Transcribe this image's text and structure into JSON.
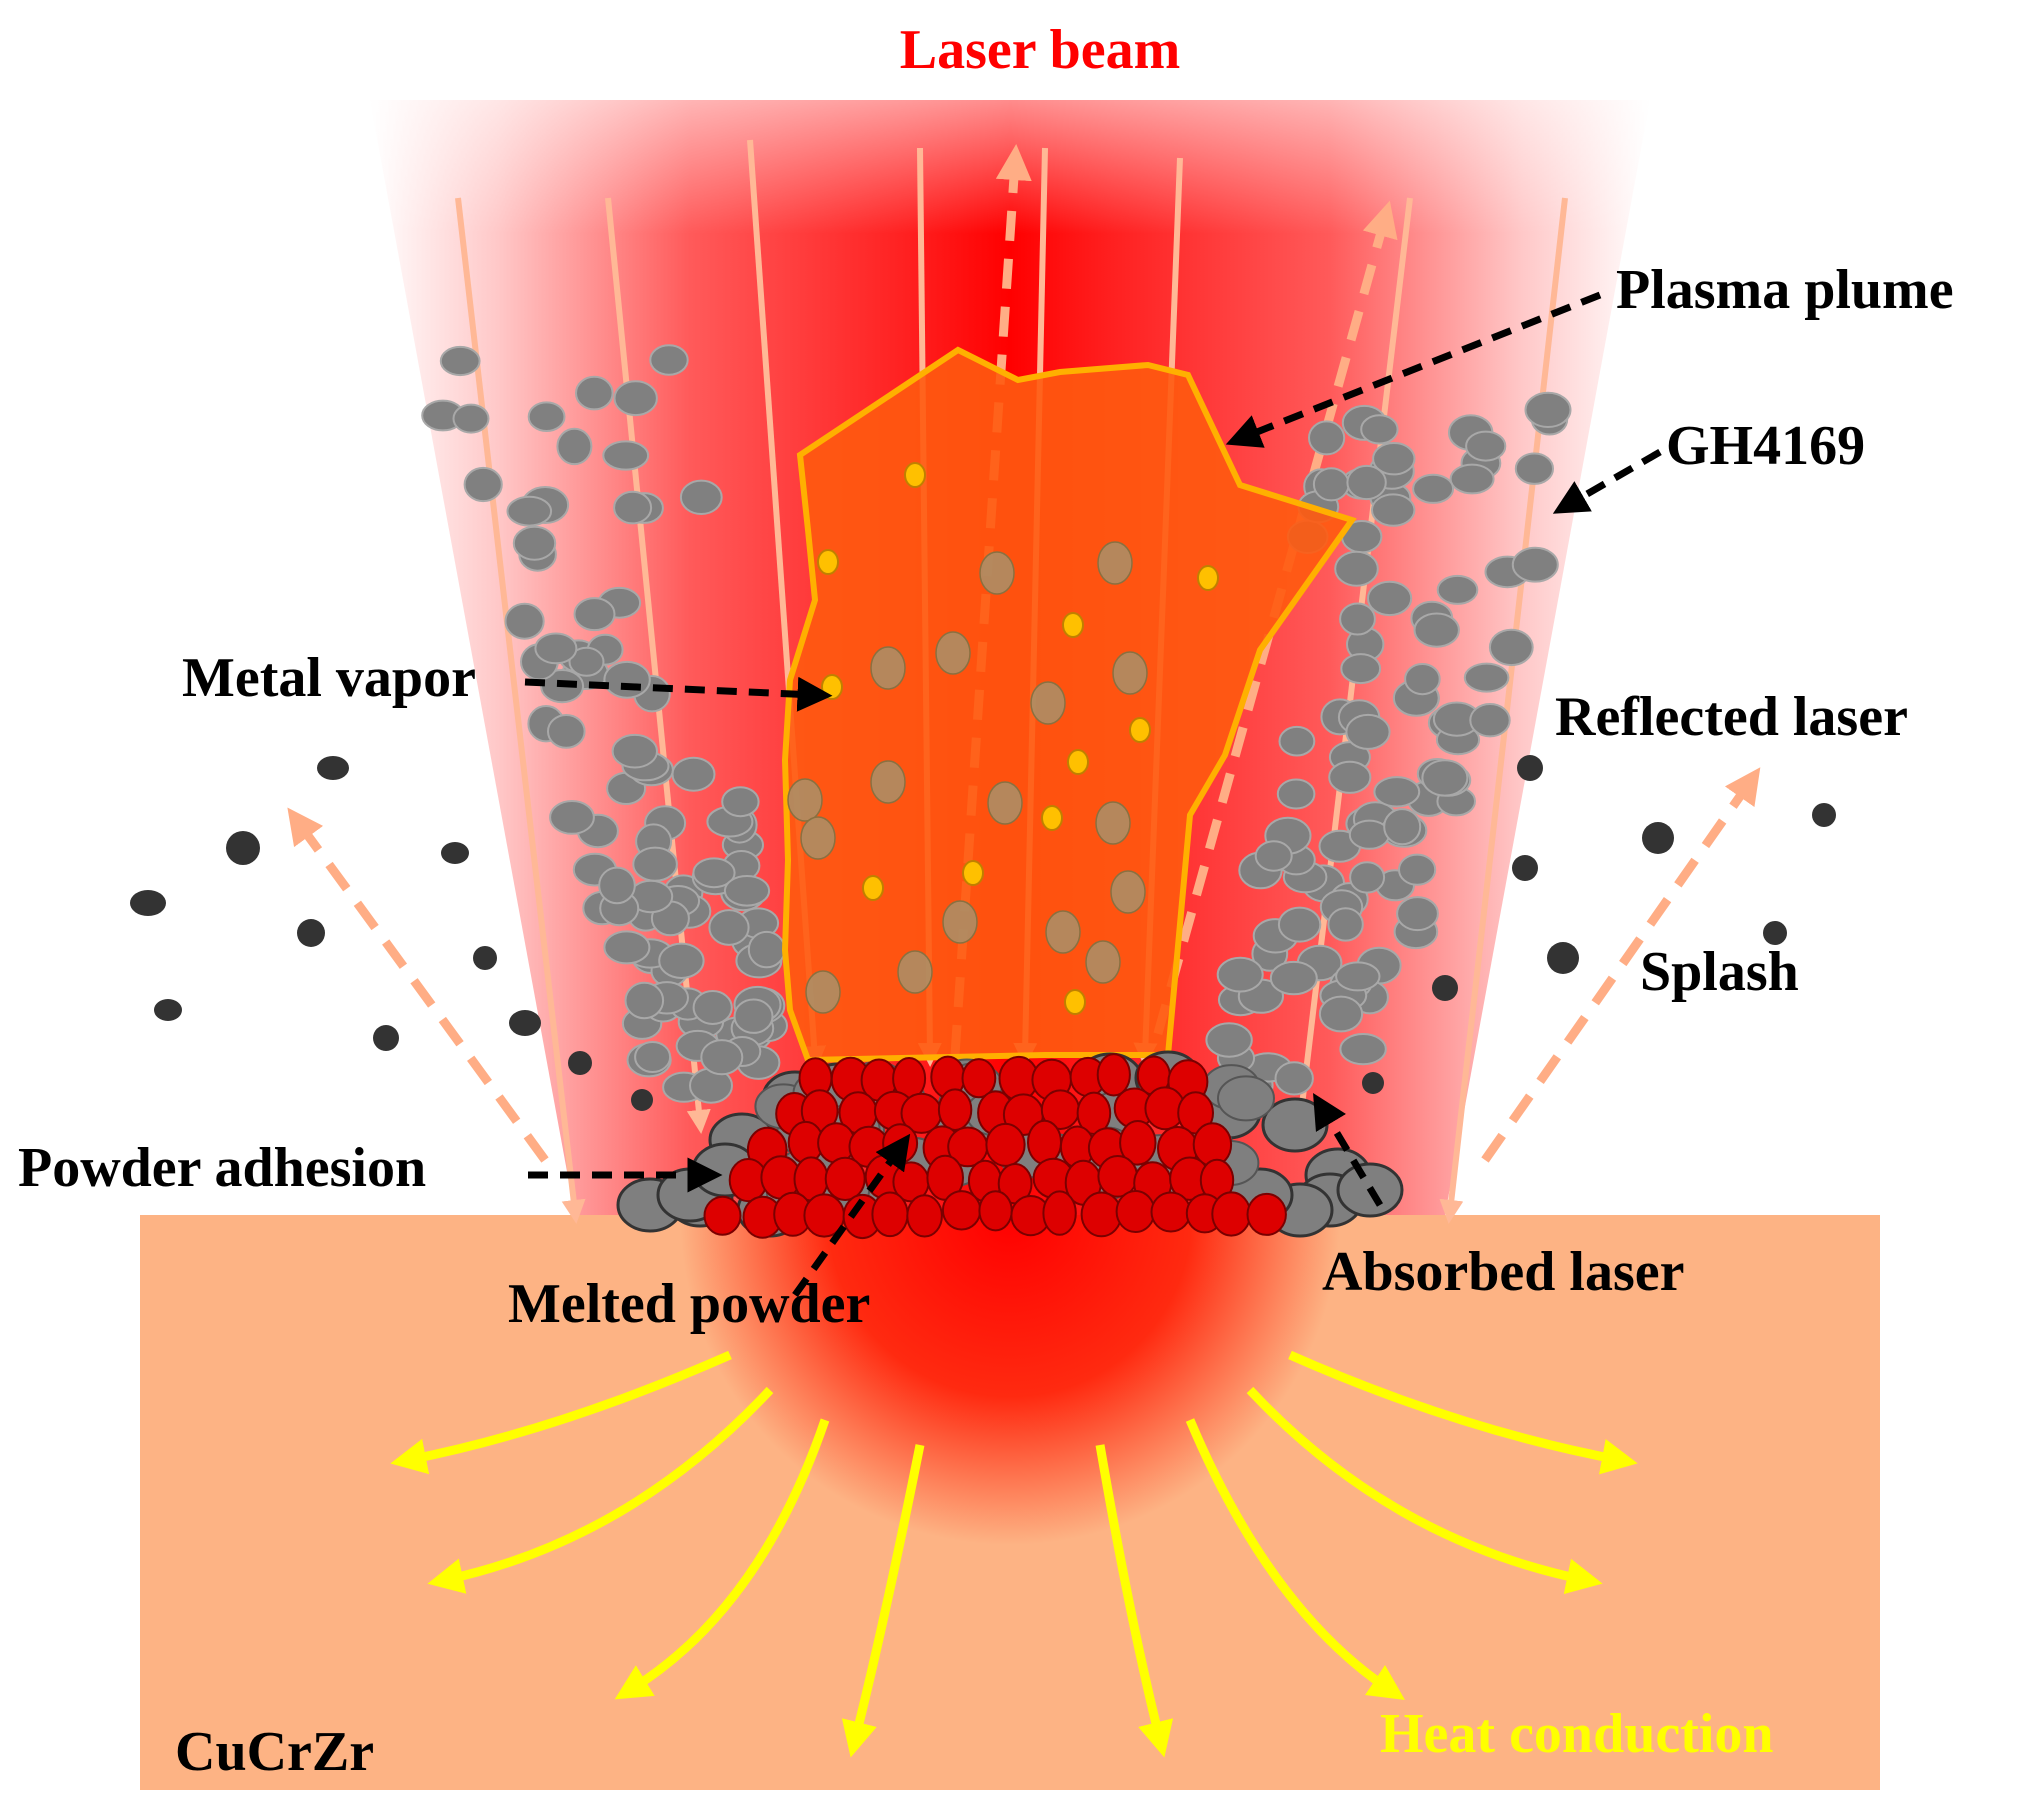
{
  "labels": {
    "laser_beam": "Laser beam",
    "plasma_plume": "Plasma plume",
    "gh4169": "GH4169",
    "metal_vapor": "Metal vapor",
    "reflected_laser": "Reflected laser",
    "splash": "Splash",
    "powder_adhesion": "Powder adhesion",
    "absorbed_laser": "Absorbed laser",
    "melted_powder": "Melted powder",
    "substrate": "CuCrZr",
    "heat_conduction": "Heat conduction"
  },
  "colors": {
    "laser_red": "#ff0000",
    "plume_fill": "#ff5a10",
    "plume_edge": "#ffb000",
    "powder_gray": "#808080",
    "melted_red": "#dd0000",
    "splash_dark": "#333333",
    "beam_ray": "#ffb896",
    "reflected_ray": "#ffad85",
    "substrate_fill": "#fdb384",
    "heat_arrow": "#ffff00",
    "label_dark": "#000000"
  }
}
